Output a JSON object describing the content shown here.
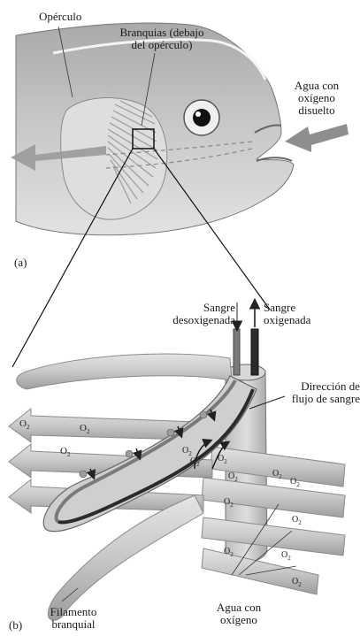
{
  "panel_a": {
    "letter": "(a)",
    "labels": {
      "operculum": "Opérculo",
      "gills_line1": "Branquias (debajo",
      "gills_line2": "del opérculo)",
      "water_in_line1": "Agua con",
      "water_in_line2": "oxígeno",
      "water_in_line3": "disuelto"
    }
  },
  "panel_b": {
    "letter": "(b)",
    "labels": {
      "deoxy_line1": "Sangre",
      "deoxy_line2": "desoxigenada",
      "oxy_line1": "Sangre",
      "oxy_line2": "oxigenada",
      "flow_line1": "Dirección de",
      "flow_line2": "flujo de sangre",
      "filament_line1": "Filamento",
      "filament_line2": "branquial",
      "water_line1": "Agua con",
      "water_line2": "oxígeno"
    },
    "oxygen_symbol": "O",
    "oxygen_subscript": "2"
  },
  "colors": {
    "skin": "#c9c9c9",
    "skin_dark": "#9a9a9a",
    "gill": "#b5b5b5",
    "arrow": "#8e8e8e",
    "blood_deoxy": "#7a7a7a",
    "blood_oxy": "#2b2b2b",
    "line": "#222222"
  }
}
